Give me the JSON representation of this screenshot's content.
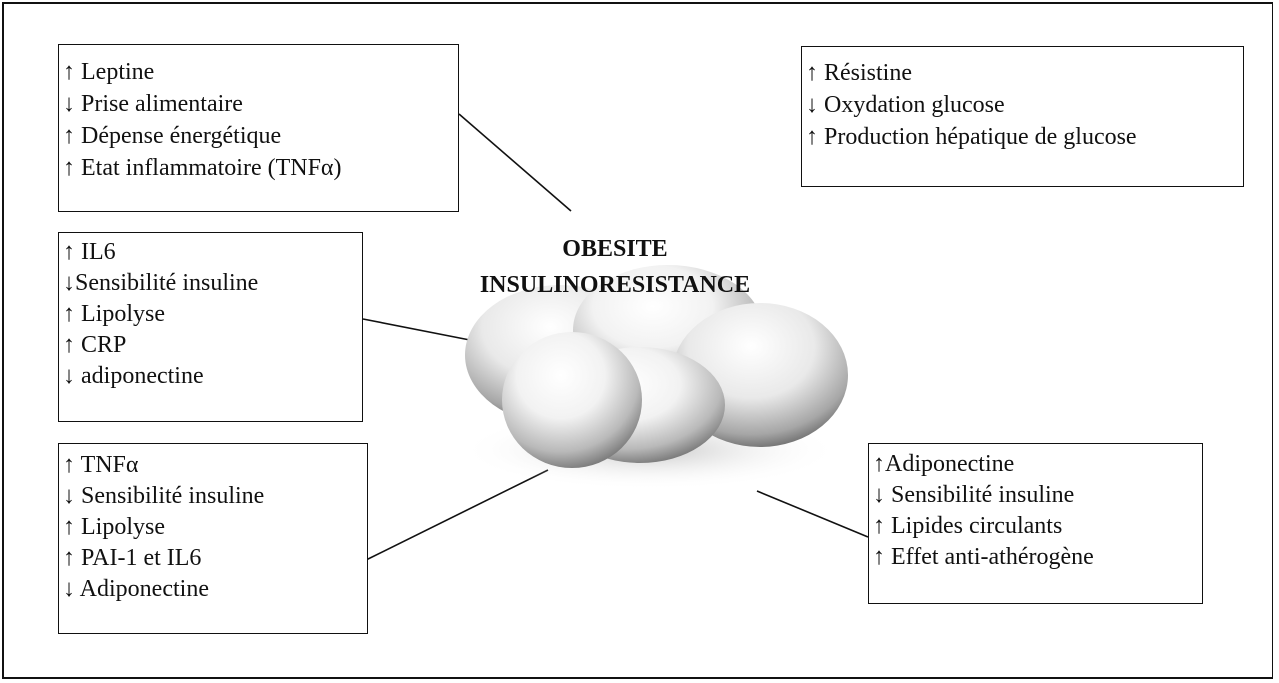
{
  "title": {
    "line1": "OBESITE",
    "line2": "INSULINORESISTANCE"
  },
  "boxes": {
    "leptine": [
      "↑ Leptine",
      "↓ Prise alimentaire",
      "↑ Dépense énergétique",
      "↑ Etat inflammatoire (TNFα)"
    ],
    "resistine": [
      "↑ Résistine",
      "↓ Oxydation glucose",
      "↑ Production hépatique de glucose"
    ],
    "il6": [
      "↑ IL6",
      "↓Sensibilité insuline",
      "↑ Lipolyse",
      "↑ CRP",
      "↓ adiponectine"
    ],
    "tnfa": [
      "↑ TNFα",
      "↓ Sensibilité insuline",
      "↑ Lipolyse",
      "↑ PAI-1 et IL6",
      "↓ Adiponectine"
    ],
    "adipo": [
      "↑Adiponectine",
      "↓ Sensibilité insuline",
      "↑ Lipides circulants",
      "↑ Effet anti-athérogène"
    ]
  }
}
